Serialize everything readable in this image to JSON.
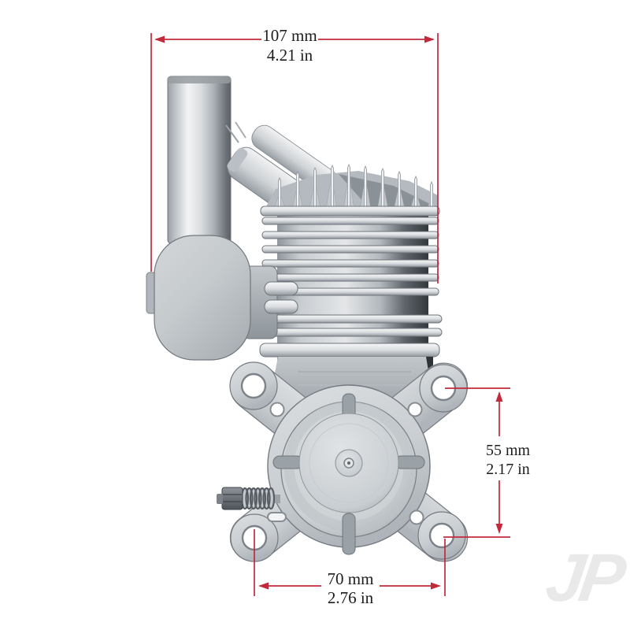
{
  "annotations": {
    "overall_width": {
      "metric": "107 mm",
      "imperial": "4.21 in"
    },
    "mount_height": {
      "metric": "55 mm",
      "imperial": "2.17 in"
    },
    "mount_width": {
      "metric": "70 mm",
      "imperial": "2.76 in"
    }
  },
  "watermark": {
    "text": "JP"
  },
  "colors": {
    "dimension_line": "#c2293a",
    "dimension_text": "#1d1d1d",
    "metal_highlight": "#f2f3f4",
    "metal_mid": "#c6cbd0",
    "metal_shadow": "#33383d",
    "watermark": "#e9e9e9",
    "background": "#ffffff"
  }
}
